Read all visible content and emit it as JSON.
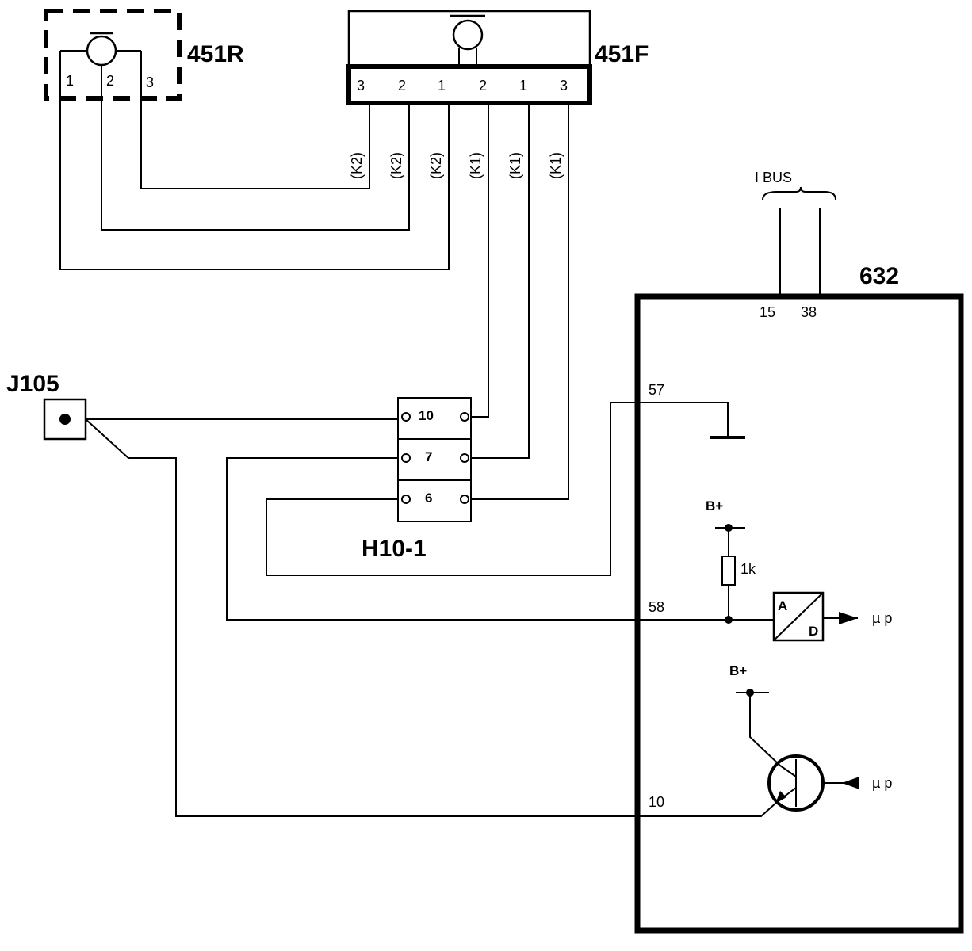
{
  "components": {
    "rear_sensor": {
      "id": "451R",
      "pins": [
        "1",
        "2",
        "3"
      ]
    },
    "front_sensor": {
      "id": "451F",
      "pins": [
        "3",
        "2",
        "1",
        "2",
        "1",
        "3"
      ]
    },
    "connector_h10": {
      "id": "H10-1",
      "pins": [
        "10",
        "7",
        "6"
      ]
    },
    "jack": {
      "id": "J105"
    },
    "module": {
      "id": "632",
      "pins": {
        "p15": "15",
        "p38": "38",
        "p57": "57",
        "p58": "58",
        "p10": "10"
      },
      "bus_label": "I BUS",
      "bplus_1": "B+",
      "bplus_2": "B+",
      "resistor": "1k",
      "adc_a": "A",
      "adc_d": "D",
      "mu_p_1": "µ p",
      "mu_p_2": "µ p"
    }
  },
  "wires": [
    "(K2)",
    "(K2)",
    "(K2)",
    "(K1)",
    "(K1)",
    "(K1)"
  ]
}
